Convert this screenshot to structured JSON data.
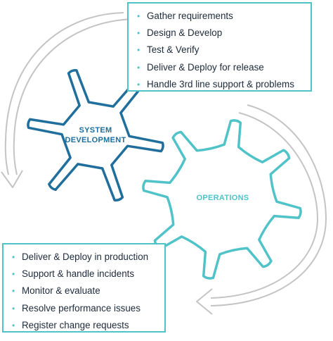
{
  "diagram": {
    "top_box": {
      "items": [
        "Gather requirements",
        "Design & Develop",
        "Test & Verify",
        "Deliver & Deploy for release",
        "Handle 3rd line support & problems"
      ]
    },
    "bottom_box": {
      "items": [
        "Deliver & Deploy in production",
        "Support & handle incidents",
        "Monitor & evaluate",
        "Resolve performance issues",
        "Register change requests"
      ]
    },
    "gear_system": {
      "line1": "SYSTEM",
      "line2": "DEVELOPMENT"
    },
    "gear_operations": {
      "label": "OPERATIONS"
    },
    "bullet_symbol": "•",
    "colors": {
      "dark_blue": "#1f6e9c",
      "teal": "#4fc3c8",
      "arrow_gray": "#c4c4c4",
      "text": "#1d2a3a"
    }
  }
}
